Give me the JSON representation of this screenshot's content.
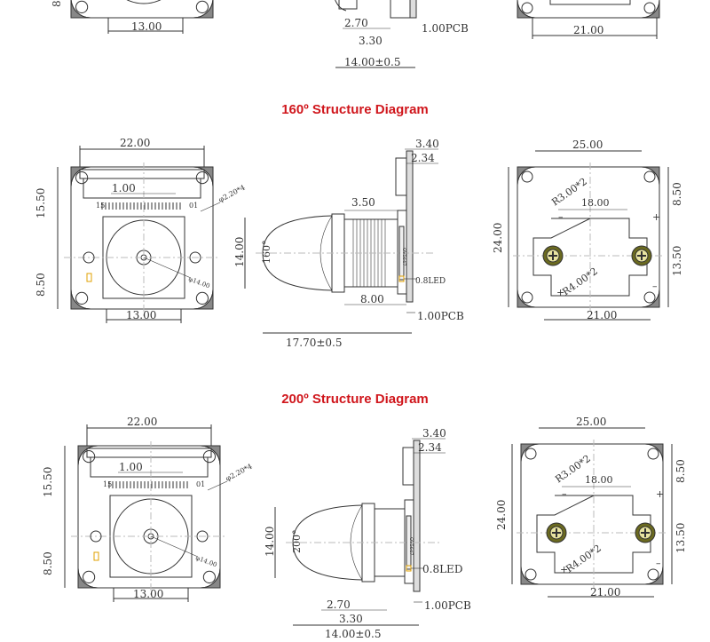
{
  "colors": {
    "title": "#d0161c",
    "line": "#333333",
    "axis": "#bbbbbb",
    "pcb": "#444444",
    "pad": "#6b6a20",
    "pin_label": "#800080",
    "led": "#e0a000"
  },
  "top_strip": {
    "d13": "13.00",
    "d270": "2.70",
    "d330": "3.30",
    "pcb": "1.00PCB",
    "d14": "14.00±0.5",
    "d21": "21.00",
    "left_edge": "8"
  },
  "s160": {
    "title": "160º Structure Diagram",
    "front": {
      "top": "22.00",
      "left_top": "15.50",
      "left_bottom": "8.50",
      "bottom": "13.00",
      "flex": "1.00",
      "pin15": "15",
      "pin01": "01",
      "hole": "φ2.20*4",
      "lens": "φ14.00"
    },
    "side": {
      "d340": "3.40",
      "d234": "2.34",
      "d350": "3.50",
      "d14": "14.00",
      "fov": "160°",
      "led": "0.8LED",
      "d800": "8.00",
      "pcb": "1.00PCB",
      "total": "17.70±0.5",
      "chip": "OV5647"
    },
    "back": {
      "top": "25.00",
      "left": "24.00",
      "right_top": "8.50",
      "right_bottom": "13.50",
      "bottom": "21.00",
      "inner": "18.00",
      "r3": "R3.00*2",
      "r4": "R4.00*2",
      "plus": "+",
      "minus": "–"
    }
  },
  "s200": {
    "title": "200º Structure Diagram",
    "front": {
      "top": "22.00",
      "left_top": "15.50",
      "left_bottom": "8.50",
      "bottom": "13.00",
      "flex": "1.00",
      "pin15": "15",
      "pin01": "01",
      "hole": "φ2.20*4",
      "lens": "φ14.00"
    },
    "side": {
      "d340": "3.40",
      "d234": "2.34",
      "d14": "14.00",
      "fov": "200°",
      "led": "0.8LED",
      "d270": "2.70",
      "d330": "3.30",
      "pcb": "1.00PCB",
      "total": "14.00±0.5",
      "chip": "OV5647"
    },
    "back": {
      "top": "25.00",
      "left": "24.00",
      "right_top": "8.50",
      "right_bottom": "13.50",
      "bottom": "21.00",
      "inner": "18.00",
      "r3": "R3.00*2",
      "r4": "R4.00*2",
      "plus": "+",
      "minus": "–"
    }
  }
}
